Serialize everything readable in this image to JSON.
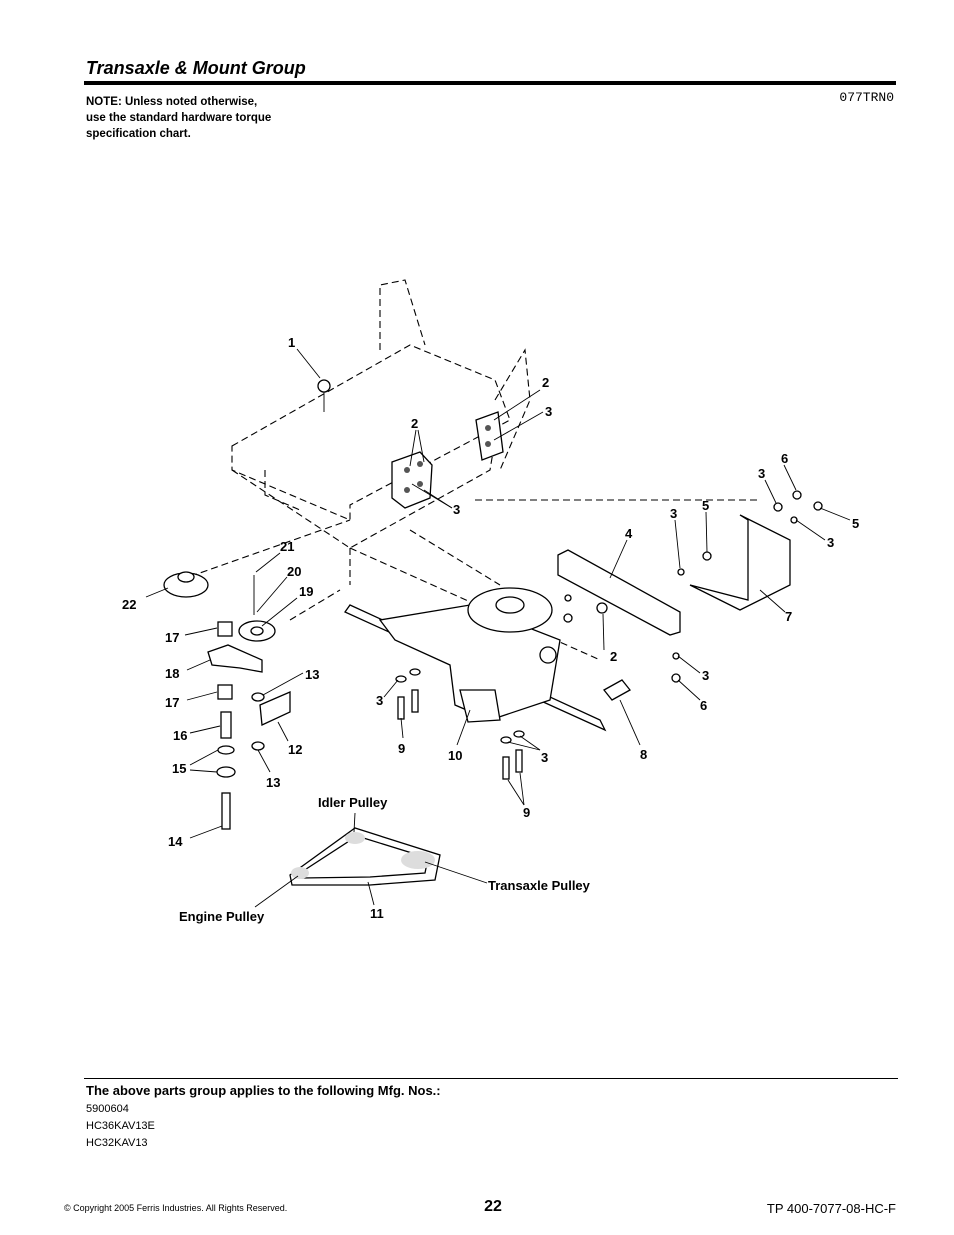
{
  "header": {
    "title": "Transaxle & Mount Group",
    "drawing_code": "077TRN0",
    "note_lines": [
      "NOTE: Unless noted otherwise,",
      "use the standard hardware torque",
      "specification chart."
    ]
  },
  "diagram": {
    "callouts": [
      "1",
      "2",
      "3",
      "2",
      "3",
      "6",
      "3",
      "5",
      "4",
      "3",
      "5",
      "3",
      "7",
      "21",
      "20",
      "19",
      "22",
      "17",
      "18",
      "17",
      "16",
      "15",
      "14",
      "13",
      "12",
      "13",
      "3",
      "9",
      "10",
      "2",
      "3",
      "6",
      "8",
      "3",
      "9"
    ],
    "belt_labels": {
      "idler": "Idler Pulley",
      "transaxle": "Transaxle Pulley",
      "engine": "Engine Pulley",
      "belt_number": "11"
    }
  },
  "footer": {
    "applies_heading": "The above parts group applies to the following Mfg. Nos.:",
    "mfg_numbers": [
      "5900604",
      "HC36KAV13E",
      "HC32KAV13"
    ],
    "copyright": "© Copyright  2005 Ferris Industries. All Rights Reserved.",
    "page_number": "22",
    "doc_id": "TP 400-7077-08-HC-F"
  }
}
